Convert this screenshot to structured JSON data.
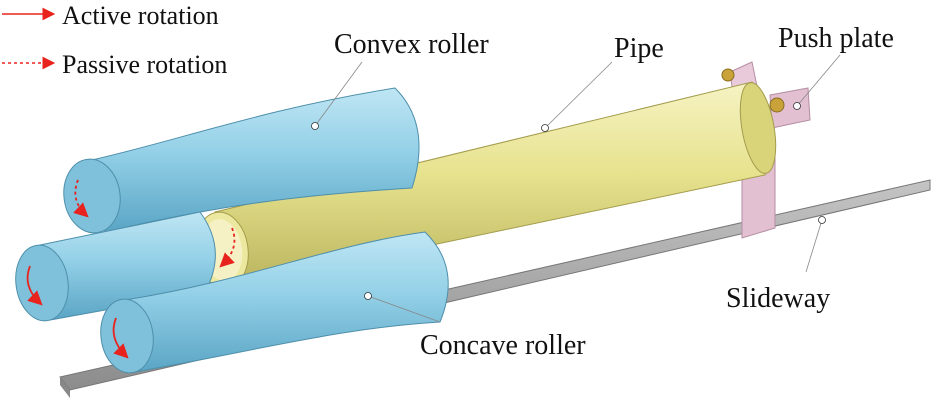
{
  "legend": {
    "active_label": "Active rotation",
    "passive_label": "Passive rotation",
    "arrow_color": "#e8231e"
  },
  "labels": {
    "convex_roller": "Convex roller",
    "pipe": "Pipe",
    "push_plate": "Push plate",
    "slideway": "Slideway",
    "concave_roller": "Concave roller"
  },
  "colors": {
    "roller": "#8fcde6",
    "pipe": "#e9e48f",
    "push_plate": "#e3bfd2",
    "slideway": "#a6a6a6"
  }
}
